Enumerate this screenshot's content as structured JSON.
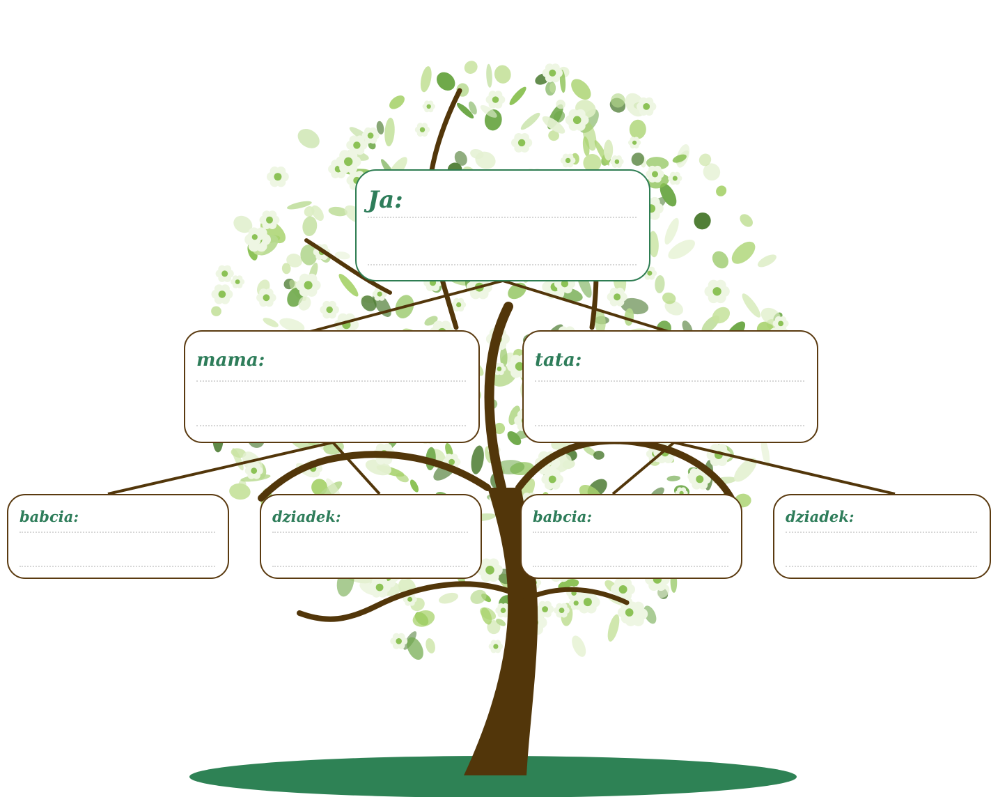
{
  "colors": {
    "accent": "#2e7d5a",
    "trunk": "#52360a",
    "card_border": "#5a3a10",
    "ground": "#2e8255"
  },
  "cards": {
    "ja": {
      "label": "Ja:"
    },
    "mama": {
      "label": "mama:"
    },
    "tata": {
      "label": "tata:"
    },
    "babcia_1": {
      "label": "babcia:"
    },
    "dziadek_1": {
      "label": "dziadek:"
    },
    "babcia_2": {
      "label": "babcia:"
    },
    "dziadek_2": {
      "label": "dziadek:"
    }
  }
}
